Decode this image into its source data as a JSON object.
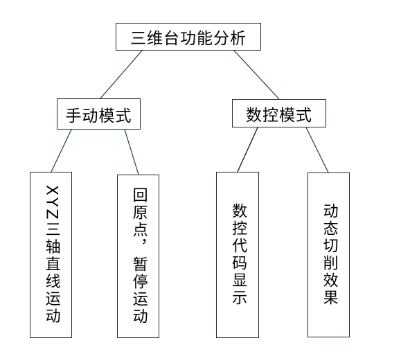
{
  "diagram": {
    "root": {
      "label": "三维台功能分析"
    },
    "branches": [
      {
        "label": "手动模式",
        "leaves": [
          {
            "label": "XYZ三轴直线运动"
          },
          {
            "label": "回原点，暂停运动"
          }
        ]
      },
      {
        "label": "数控模式",
        "leaves": [
          {
            "label": "数控代码显示"
          },
          {
            "label": "动态切削效果"
          }
        ]
      }
    ],
    "colors": {
      "connector": "#1f3864",
      "box_border": "#1c2b3a",
      "text": "#000000",
      "background": "#ffffff"
    }
  }
}
